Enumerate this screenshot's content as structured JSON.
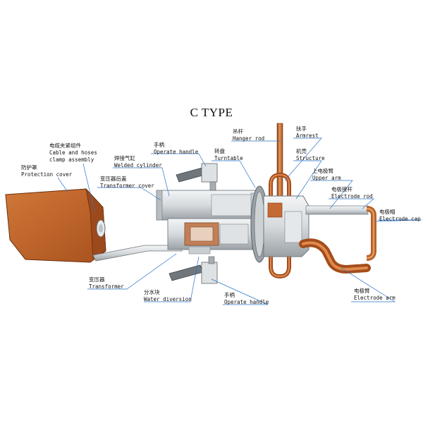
{
  "title": "C TYPE",
  "colors": {
    "copper": "#c8642a",
    "copper_dark": "#8a3a12",
    "steel": "#d9dde0",
    "steel_dark": "#8f979c",
    "leader": "#2a74c8"
  },
  "labels": {
    "cable_clamp": {
      "zh": "电缆夹紧组件",
      "en1": "Cable and hoses",
      "en2": "clamp assembly"
    },
    "protection_cover": {
      "zh": "防护罩",
      "en": "Protection cover"
    },
    "welded_cylinder": {
      "zh": "焊接气缸",
      "en": "Welded cylinder"
    },
    "transformer_cover": {
      "zh": "变压器后盖",
      "en": "Transformer cover"
    },
    "operate_handle_top": {
      "zh": "手柄",
      "en": "Operate handle"
    },
    "turntable": {
      "zh": "转盘",
      "en": "Turntable"
    },
    "hanger_rod": {
      "zh": "吊杆",
      "en": "Hanger rod"
    },
    "armrest": {
      "zh": "扶手",
      "en": "Armrest"
    },
    "structure": {
      "zh": "机壳",
      "en": "Structure"
    },
    "upper_arm": {
      "zh": "上电极臂",
      "en": "Upper arm"
    },
    "electrode_rod": {
      "zh": "电极接杆",
      "en": "Electrode rod"
    },
    "electrode_cap": {
      "zh": "电极帽",
      "en": "Electrode cap"
    },
    "electrode_arm": {
      "zh": "电极臂",
      "en": "Electrode arm"
    },
    "transformer": {
      "zh": "变压器",
      "en": "Transformer"
    },
    "water_diversion": {
      "zh": "分水块",
      "en": "Water diversion"
    },
    "operate_handle_bottom": {
      "zh": "手柄",
      "en": "Operate handle"
    }
  }
}
